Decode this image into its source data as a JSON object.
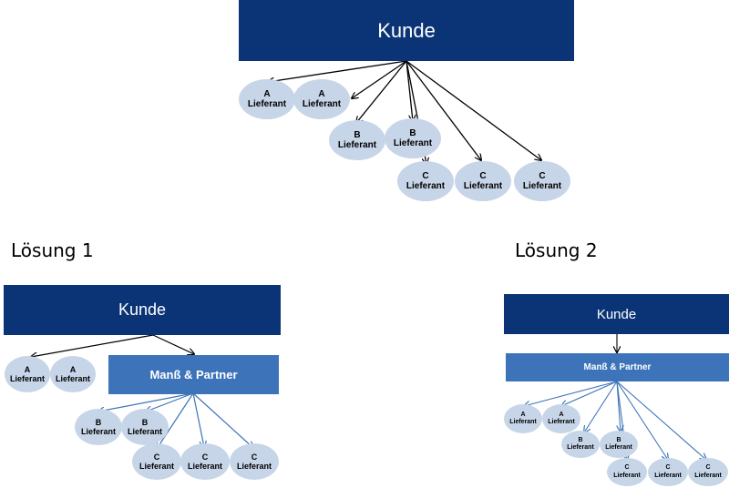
{
  "top": {
    "kunde": "Kunde",
    "nodes": [
      {
        "tier": "A",
        "label": "Lieferant"
      },
      {
        "tier": "A",
        "label": "Lieferant"
      },
      {
        "tier": "B",
        "label": "Lieferant"
      },
      {
        "tier": "B",
        "label": "Lieferant"
      },
      {
        "tier": "C",
        "label": "Lieferant"
      },
      {
        "tier": "C",
        "label": "Lieferant"
      },
      {
        "tier": "C",
        "label": "Lieferant"
      }
    ]
  },
  "solution1": {
    "heading": "Lösung 1",
    "kunde": "Kunde",
    "partner": "Manß & Partner",
    "nodes": [
      {
        "tier": "A",
        "label": "Lieferant"
      },
      {
        "tier": "A",
        "label": "Lieferant"
      },
      {
        "tier": "B",
        "label": "Lieferant"
      },
      {
        "tier": "B",
        "label": "Lieferant"
      },
      {
        "tier": "C",
        "label": "Lieferant"
      },
      {
        "tier": "C",
        "label": "Lieferant"
      },
      {
        "tier": "C",
        "label": "Lieferant"
      }
    ]
  },
  "solution2": {
    "heading": "Lösung 2",
    "kunde": "Kunde",
    "partner": "Manß & Partner",
    "nodes": [
      {
        "tier": "A",
        "label": "Lieferant"
      },
      {
        "tier": "A",
        "label": "Lieferant"
      },
      {
        "tier": "B",
        "label": "Lieferant"
      },
      {
        "tier": "B",
        "label": "Lieferant"
      },
      {
        "tier": "C",
        "label": "Lieferant"
      },
      {
        "tier": "C",
        "label": "Lieferant"
      },
      {
        "tier": "C",
        "label": "Lieferant"
      }
    ]
  },
  "colors": {
    "kunde": "#0b3476",
    "partner": "#3d74b9",
    "node": "#c7d5e8",
    "arrow_dark": "#000000",
    "arrow_blue": "#3d74b9"
  }
}
